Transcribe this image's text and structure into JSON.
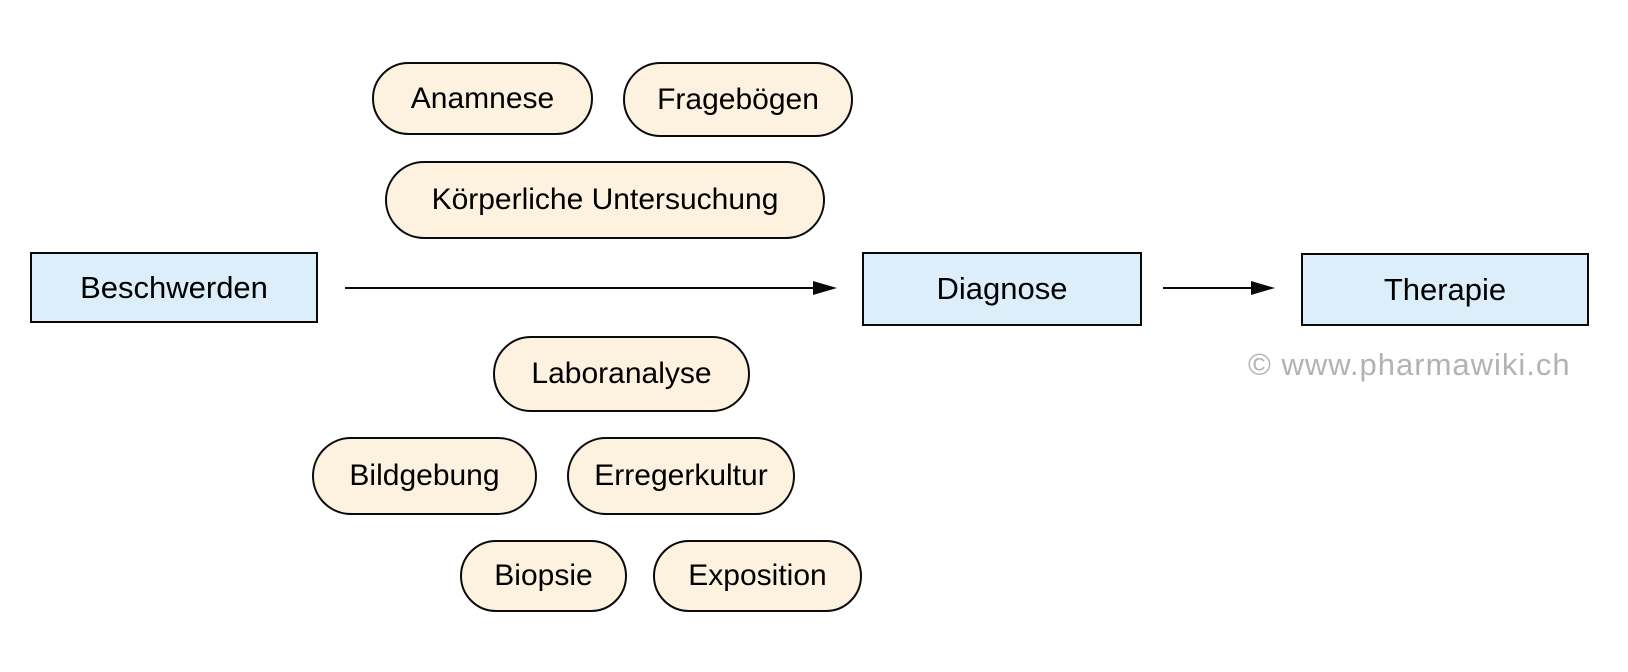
{
  "flow": {
    "nodes": [
      {
        "id": "beschwerden",
        "label": "Beschwerden"
      },
      {
        "id": "diagnose",
        "label": "Diagnose"
      },
      {
        "id": "therapie",
        "label": "Therapie"
      }
    ],
    "connections": [
      {
        "from": "Beschwerden",
        "to": "Diagnose"
      },
      {
        "from": "Diagnose",
        "to": "Therapie"
      }
    ]
  },
  "methods": {
    "above_arrow": [
      "Anamnese",
      "Fragebögen",
      "Körperliche Untersuchung"
    ],
    "below_arrow": [
      "Laboranalyse",
      "Bildgebung",
      "Erregerkultur",
      "Biopsie",
      "Exposition"
    ]
  },
  "watermark": {
    "text": "© www.pharmawiki.ch"
  },
  "colors": {
    "node_fill": "#dceef9",
    "pill_fill": "#fcf2df",
    "border": "#0a0a0a",
    "watermark_text": "#b3b3b3",
    "background": "#ffffff"
  }
}
